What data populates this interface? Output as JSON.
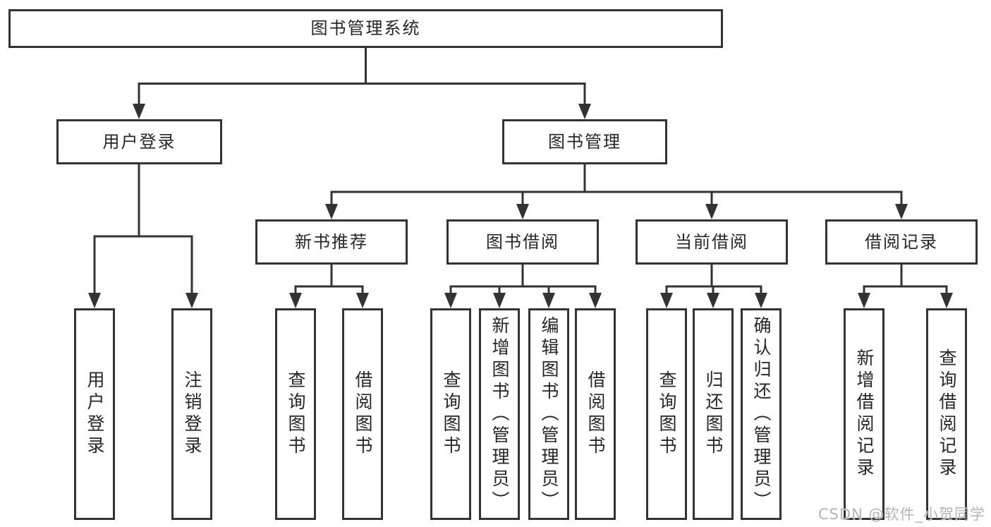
{
  "tree": {
    "label": "图书管理系统",
    "children": [
      {
        "label": "用户登录",
        "children": [
          {
            "label": "用户登录"
          },
          {
            "label": "注销登录"
          }
        ]
      },
      {
        "label": "图书管理",
        "children": [
          {
            "label": "新书推荐",
            "children": [
              {
                "label": "查询图书"
              },
              {
                "label": "借阅图书"
              }
            ]
          },
          {
            "label": "图书借阅",
            "children": [
              {
                "label": "查询图书"
              },
              {
                "label": "新增图书（管理员）"
              },
              {
                "label": "编辑图书（管理员）"
              },
              {
                "label": "借阅图书"
              }
            ]
          },
          {
            "label": "当前借阅",
            "children": [
              {
                "label": "查询图书"
              },
              {
                "label": "归还图书"
              },
              {
                "label": "确认归还（管理员）"
              }
            ]
          },
          {
            "label": "借阅记录",
            "children": [
              {
                "label": "新增借阅记录"
              },
              {
                "label": "查询借阅记录"
              }
            ]
          }
        ]
      }
    ]
  },
  "watermark": {
    "text": "CSDN @软件_小贺同学"
  },
  "colors": {
    "line": "#333333",
    "text": "#262626",
    "box_background": "#ffffff",
    "watermark": "#b4b4b4",
    "background": "#ffffff"
  }
}
